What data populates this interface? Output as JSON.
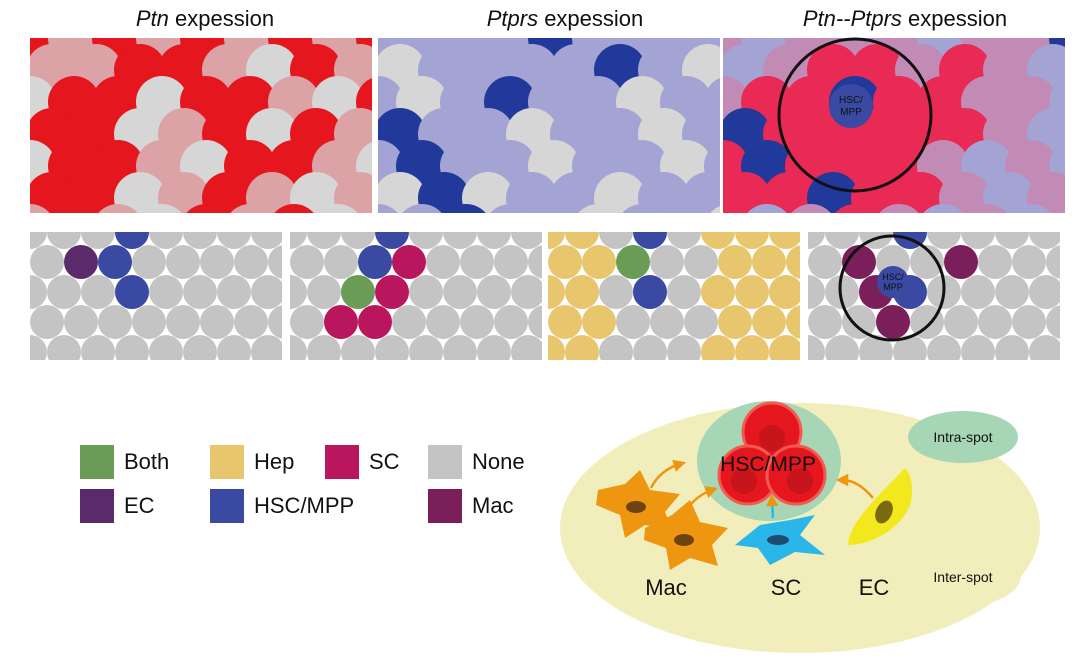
{
  "titles": {
    "ptn": {
      "gene": "Ptn",
      "suffix": " expession"
    },
    "ptprs": {
      "gene": "Ptprs",
      "suffix": " expession"
    },
    "pair": {
      "gene": "Ptn--Ptprs",
      "suffix": " expession"
    }
  },
  "spot_labels": {
    "top": [
      "HSC/",
      "MPP"
    ],
    "bottom": [
      "HSC/",
      "MPP"
    ]
  },
  "legend": [
    {
      "label": "Both",
      "color": "#6a9c56"
    },
    {
      "label": "Hep",
      "color": "#e8c66e"
    },
    {
      "label": "SC",
      "color": "#b9165e"
    },
    {
      "label": "None",
      "color": "#c4c4c4"
    },
    {
      "label": "EC",
      "color": "#5b2a6a"
    },
    {
      "label": "HSC/MPP",
      "color": "#3a49a1"
    },
    {
      "label": "Mac",
      "color": "#7b1f5a"
    }
  ],
  "schematic": {
    "center_label": "HSC/MPP",
    "cells": {
      "mac": "Mac",
      "sc": "SC",
      "ec": "EC"
    },
    "intra": "Intra-spot",
    "inter": "Inter-spot"
  },
  "colors": {
    "ptn_high": "#e5161e",
    "ptn_low": "#dca3a6",
    "ptprs_high": "#20399a",
    "ptprs_low": "#a3a3d4",
    "none": "#d6d6d6",
    "pair_mid": "#c28bb6",
    "pair_red": "#e82a55",
    "pair_magenta": "#c44a96",
    "hep": "#e8c66e",
    "sc": "#b9165e",
    "mac": "#7b1f5a",
    "ec": "#5b2a6a",
    "both": "#6a9c56",
    "hsc": "#3a49a1",
    "gray": "#c4c4c4",
    "inter_bg": "#f2eebb",
    "intra_bg": "#a6d6b5"
  }
}
